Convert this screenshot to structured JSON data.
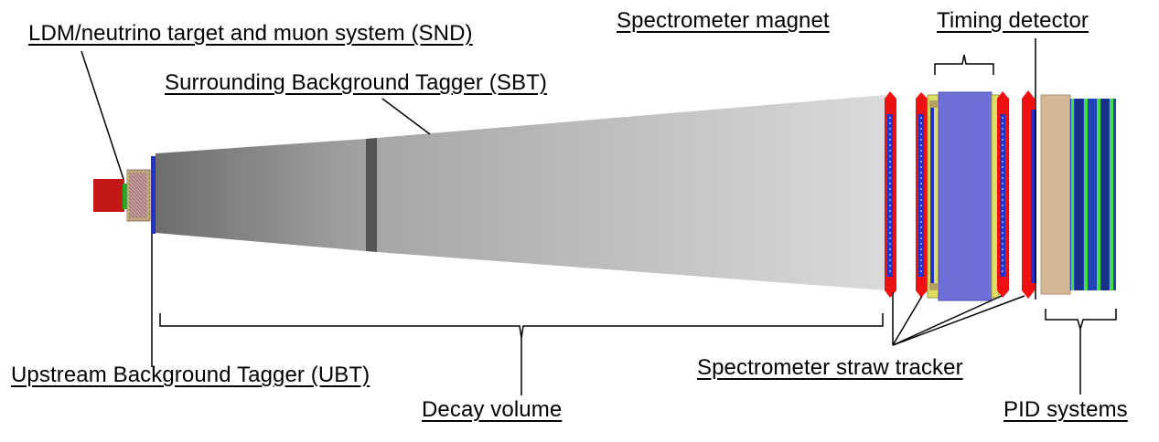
{
  "labels": {
    "snd": "LDM/neutrino target and muon system (SND)",
    "sbt": "Surrounding Background Tagger (SBT)",
    "ubt": "Upstream Background Tagger (UBT)",
    "decay_volume": "Decay volume",
    "magnet": "Spectrometer magnet",
    "timing": "Timing detector",
    "straw": "Spectrometer straw tracker",
    "pid": "PID systems"
  },
  "colors": {
    "straw_red": "#ee1111",
    "straw_blue": "#2233cc",
    "magnet_purple": "#6f6fd8",
    "magnet_yellow": "#dede66",
    "timing_tan": "#d4b896",
    "pid_green": "#44dd44",
    "pid_blue": "#2244bb",
    "target_red": "#c41818"
  }
}
